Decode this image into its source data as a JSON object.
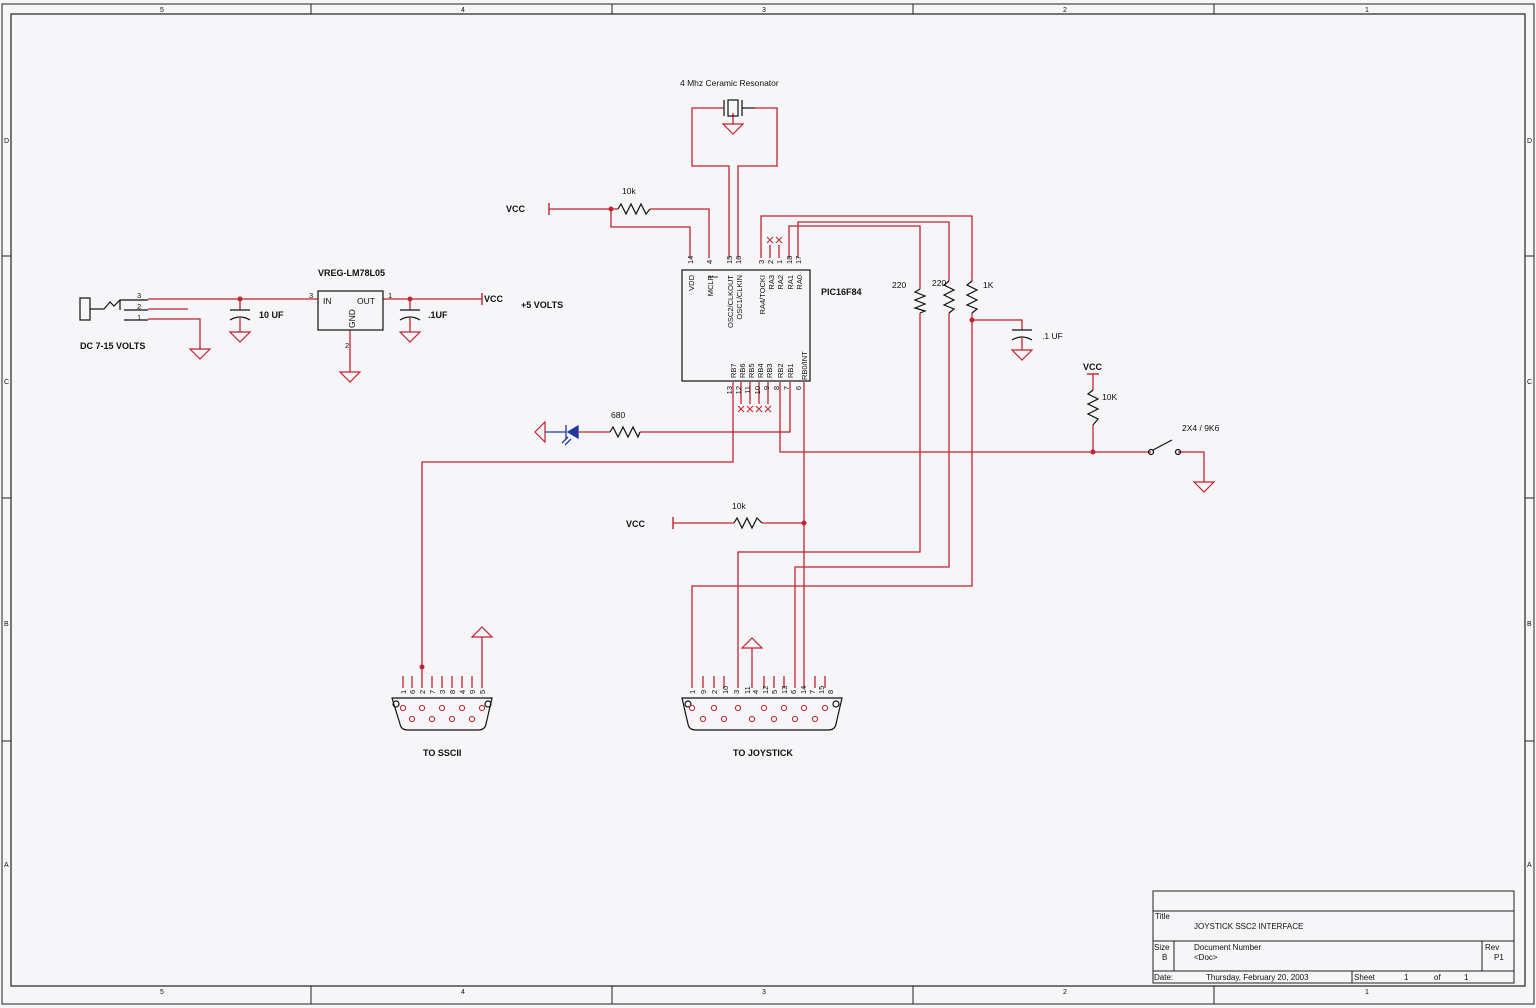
{
  "border": {
    "columns": [
      "5",
      "4",
      "3",
      "2",
      "1"
    ],
    "rows": [
      "D",
      "C",
      "B",
      "A"
    ]
  },
  "power": {
    "jack_pins": [
      "3",
      "2",
      "1"
    ],
    "jack_label": "DC 7-15 VOLTS",
    "cap_in_label": "10 UF",
    "reg_name": "VREG-LM78L05",
    "reg_in": "IN",
    "reg_out": "OUT",
    "reg_gnd": "GND",
    "reg_pin_in": "3",
    "reg_pin_out": "1",
    "reg_pin_gnd": "2",
    "cap_out_label": ".1UF",
    "vcc_label": "VCC",
    "plus5_label": "+5 VOLTS"
  },
  "resonator": {
    "label": "4 Mhz  Ceramic Resonator"
  },
  "mclr_net": {
    "vcc_label": "VCC",
    "res_label": "10k"
  },
  "mcu": {
    "part": "PIC16F84",
    "top_pins": [
      {
        "num": "14",
        "name": "VDD"
      },
      {
        "num": "4",
        "name": "MCLR"
      },
      {
        "num": "15",
        "name": "OSC2/CLKOUT"
      },
      {
        "num": "16",
        "name": "OSC1/CLKIN"
      },
      {
        "num": "3",
        "name": "RA4/TOCKI"
      },
      {
        "num": "2",
        "name": "RA3"
      },
      {
        "num": "1",
        "name": "RA2"
      },
      {
        "num": "18",
        "name": "RA1"
      },
      {
        "num": "17",
        "name": "RA0"
      }
    ],
    "bottom_pins": [
      {
        "num": "13",
        "name": "RB7"
      },
      {
        "num": "12",
        "name": "RB6"
      },
      {
        "num": "11",
        "name": "RB5"
      },
      {
        "num": "10",
        "name": "RB4"
      },
      {
        "num": "9",
        "name": "RB3"
      },
      {
        "num": "8",
        "name": "RB2"
      },
      {
        "num": "7",
        "name": "RB1"
      },
      {
        "num": "6",
        "name": "RB0/INT"
      }
    ]
  },
  "resistors_right": {
    "r1": "220",
    "r2": "220",
    "r3": "1K",
    "cap": ".1 UF"
  },
  "switch_net": {
    "vcc_label": "VCC",
    "res_label": "10K",
    "switch_label": "2X4  /  9K6"
  },
  "led_net": {
    "res_label": "680"
  },
  "rb0_net": {
    "vcc_label": "VCC",
    "res_label": "10k"
  },
  "sscii": {
    "label": "TO SSCII",
    "pins": [
      "1",
      "6",
      "2",
      "7",
      "3",
      "8",
      "4",
      "9",
      "5"
    ]
  },
  "joystick": {
    "label": "TO JOYSTICK",
    "pins": [
      "1",
      "9",
      "2",
      "10",
      "3",
      "11",
      "4",
      "12",
      "5",
      "13",
      "6",
      "14",
      "7",
      "15",
      "8"
    ]
  },
  "title_block": {
    "title_caption": "Title",
    "title": "JOYSTICK  SSC2  INTERFACE",
    "size_caption": "Size",
    "size": "B",
    "docnum_caption": "Document Number",
    "docnum": "<Doc>",
    "rev_caption": "Rev",
    "rev": "P1",
    "date_caption": "Date:",
    "date": "Thursday, February 20, 2003",
    "sheet_caption": "Sheet",
    "sheet_num": "1",
    "of_caption": "of",
    "sheet_total": "1"
  },
  "colors": {
    "wire": "#c4222f",
    "component": "#111111",
    "led": "#1f3a9a",
    "frame": "#222222"
  }
}
